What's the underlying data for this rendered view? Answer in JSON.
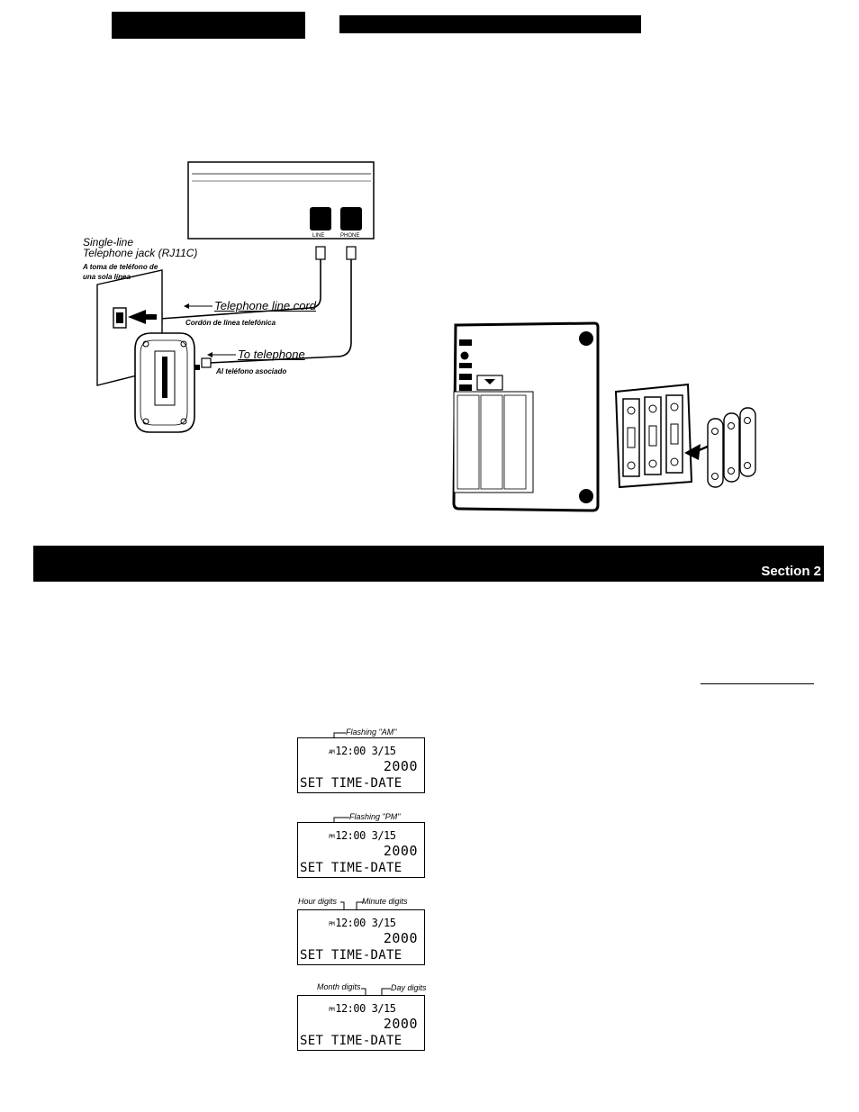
{
  "jack_labels": {
    "line": "LINE",
    "phone": "PHONE"
  },
  "wall_jack": {
    "label_line1": "Single-line",
    "label_line2": "Telephone jack (RJ11C)",
    "spanish_line1": "A toma de teléfono de",
    "spanish_line2": "una sola línea"
  },
  "line_cord": {
    "label": "Telephone line cord",
    "spanish": "Cordón de línea telefónica"
  },
  "to_phone": {
    "label": "To telephone",
    "spanish": "Al teléfono asociado"
  },
  "section_header": {
    "right_label": "Section 2"
  },
  "displays": [
    {
      "annotations": [
        "Flashing \"AM\""
      ],
      "ampm": "AM",
      "time": "12:00",
      "date": "3/15",
      "year": "2000",
      "message": "SET TIME-DATE"
    },
    {
      "annotations": [
        "Flashing \"PM\""
      ],
      "ampm": "PM",
      "time": "12:00",
      "date": "3/15",
      "year": "2000",
      "message": "SET TIME-DATE"
    },
    {
      "annotations": [
        "Hour digits",
        "Minute digits"
      ],
      "ampm": "PM",
      "time": "12:00",
      "date": "3/15",
      "year": "2000",
      "message": "SET TIME-DATE"
    },
    {
      "annotations": [
        "Month digits",
        "Day digits"
      ],
      "ampm": "PM",
      "time": "12:00",
      "date": "3/15",
      "year": "2000",
      "message": "SET TIME-DATE"
    }
  ],
  "colors": {
    "ink": "#000000",
    "paper": "#ffffff"
  }
}
